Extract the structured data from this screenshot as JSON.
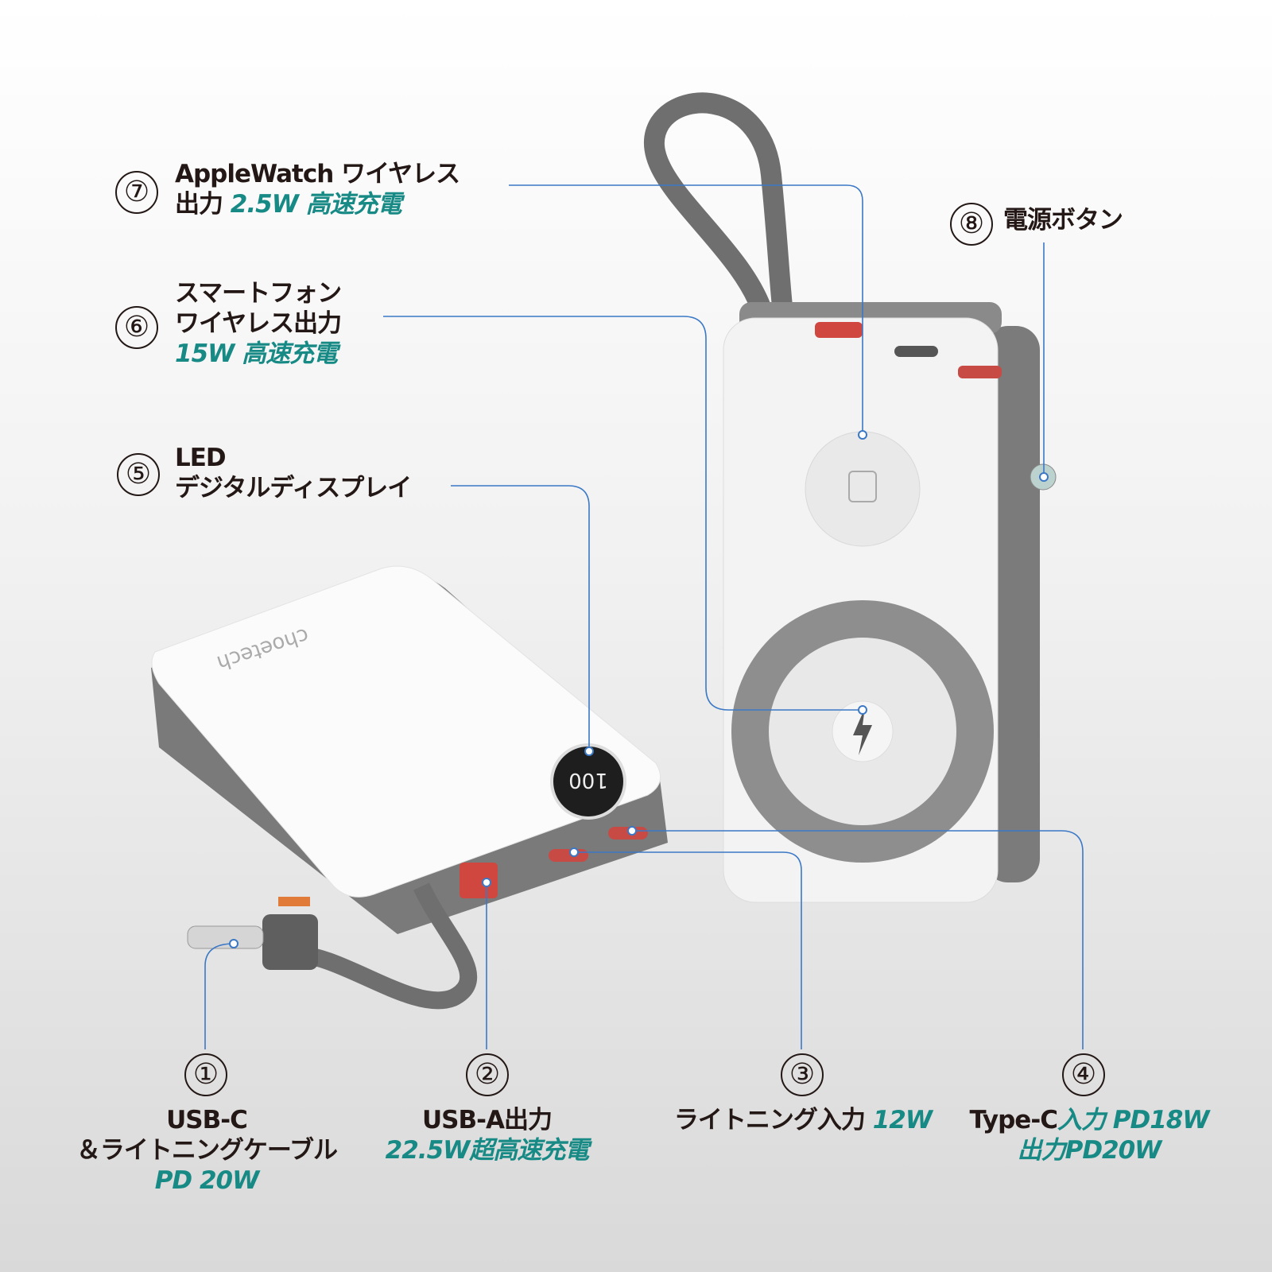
{
  "colors": {
    "accent": "#178a85",
    "leader_line": "#3b78c6",
    "device_body": "#f2f2f2",
    "device_trim": "#7a7a7a"
  },
  "brand_logo": "choetech",
  "display_readout": "100",
  "callouts": [
    {
      "number": "①",
      "line1": "USB-C",
      "line2": "＆ライトニングケーブル",
      "accent": "PD 20W"
    },
    {
      "number": "②",
      "line1": "USB-A出力",
      "accent": "22.5W超高速充電"
    },
    {
      "number": "③",
      "line1": "ライトニング入力",
      "accent": "12W"
    },
    {
      "number": "④",
      "line1": "Type-C",
      "accent": "入力 PD18W",
      "accent2": "出力PD20W"
    },
    {
      "number": "⑤",
      "line1": "LED",
      "line2": "デジタルディスプレイ"
    },
    {
      "number": "⑥",
      "line1": "スマートフォン",
      "line2": "ワイヤレス出力",
      "accent": "15W 高速充電"
    },
    {
      "number": "⑦",
      "line1": "AppleWatch ワイヤレス",
      "line2": "出力",
      "accent": "2.5W 高速充電"
    },
    {
      "number": "⑧",
      "line1": "電源ボタン"
    }
  ]
}
